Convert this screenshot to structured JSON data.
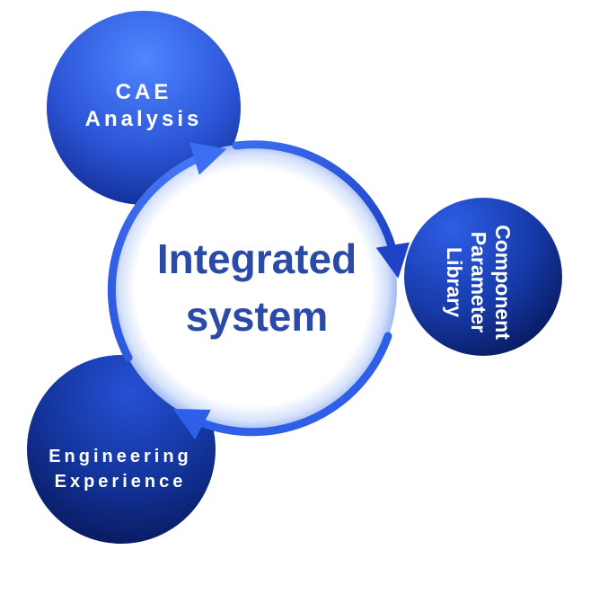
{
  "diagram": {
    "center": {
      "line1": "Integrated",
      "line2": "system"
    },
    "nodes": {
      "cae": {
        "line1": "CAE",
        "line2": "Analysis"
      },
      "component": {
        "line1": "Component",
        "line2": "Parameter",
        "line3": "Library"
      },
      "engineering": {
        "line1": "Engineering",
        "line2": "Experience"
      }
    },
    "colors": {
      "node_light": "#3f74f3",
      "node_dark": "#0a1a5e",
      "arrow": "#2f5fe8",
      "center_text": "#2a4aa6"
    }
  }
}
